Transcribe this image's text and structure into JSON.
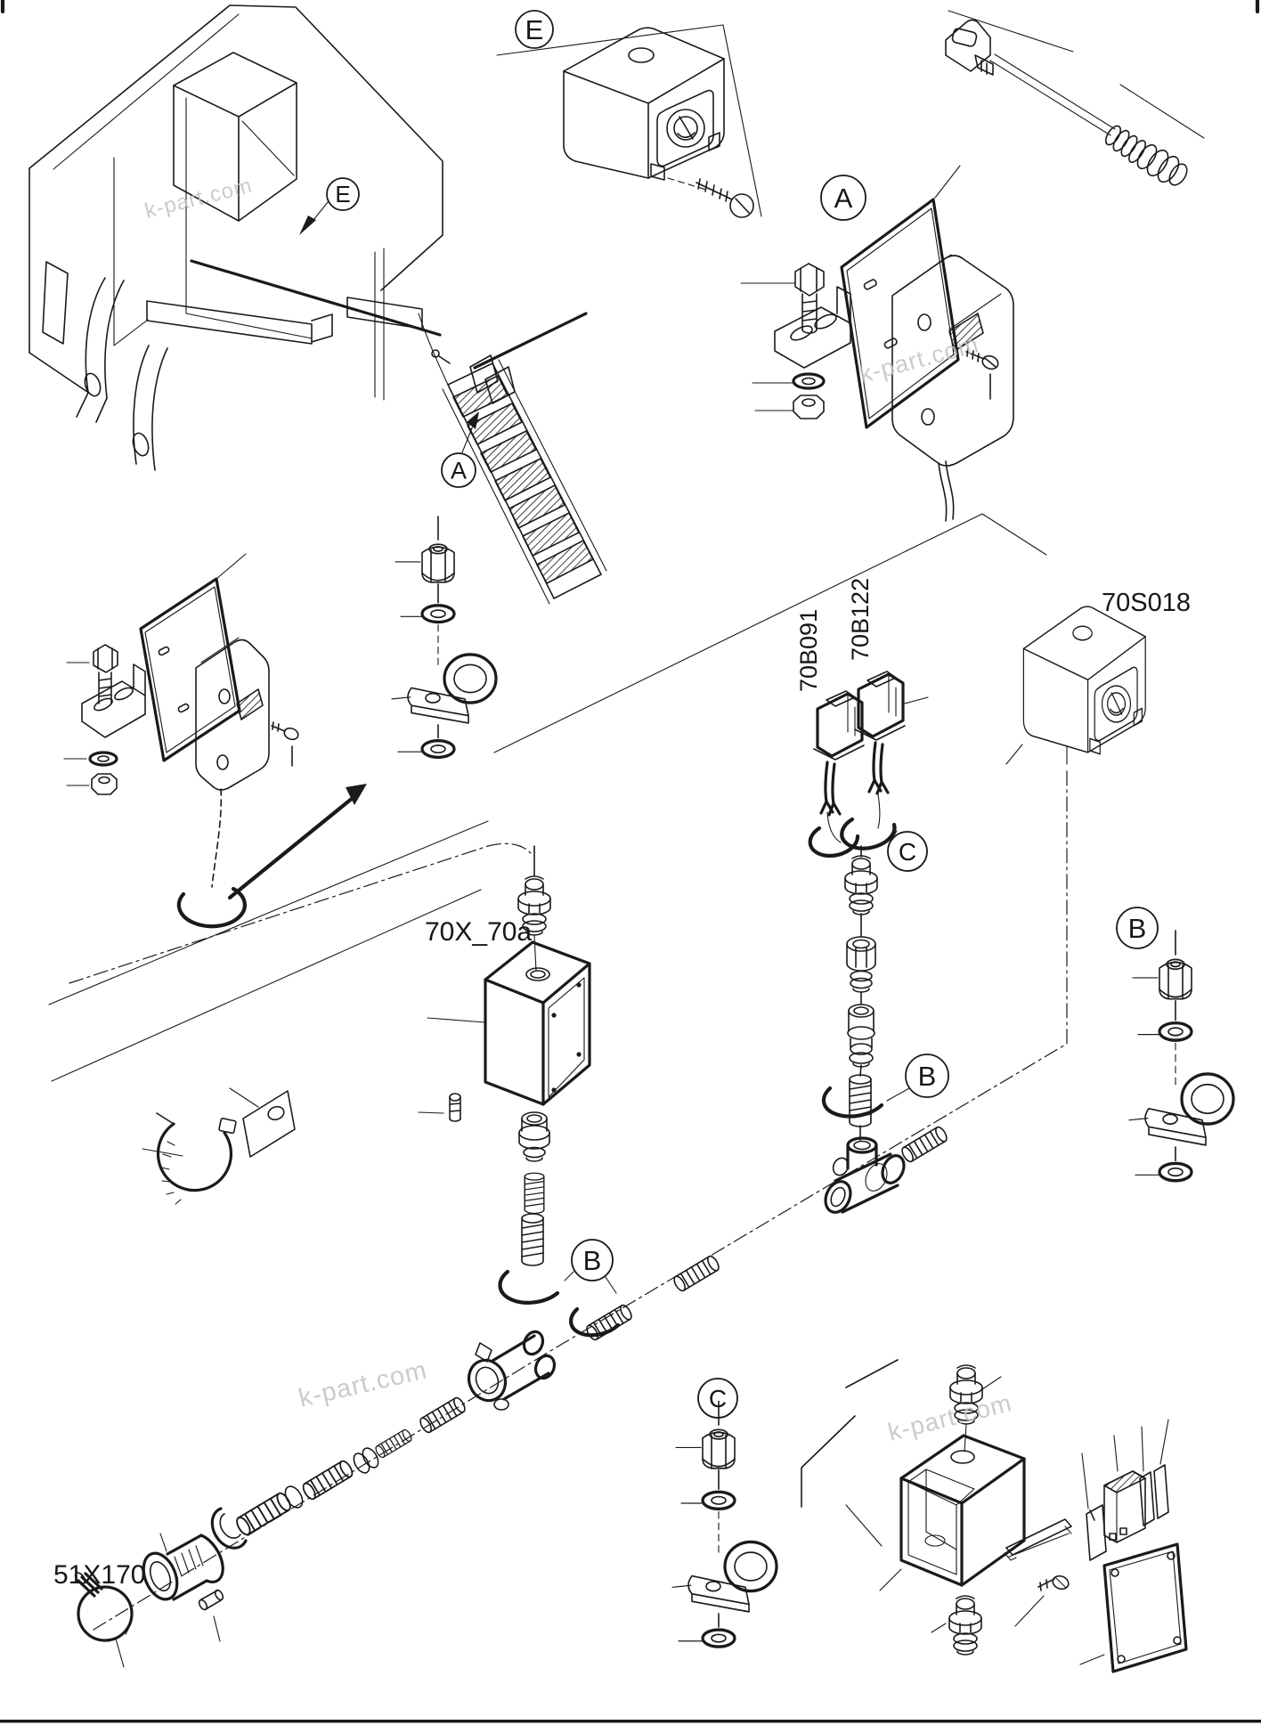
{
  "diagram": {
    "type": "exploded-parts-diagram",
    "background": "#ffffff",
    "line_color": "#1a1a1a",
    "watermark": {
      "text": "k-part.com",
      "color": "#c3c3c3"
    },
    "detail_markers": {
      "e_top": "E",
      "e_machine": "E",
      "a_machine": "A",
      "a_detail": "A",
      "c_wires": "C",
      "b_spring": "B",
      "b_right": "B",
      "b_loop": "B",
      "c_clamp": "C"
    },
    "part_labels": {
      "box_70s018": "70S018",
      "sensor_70b091": "70B091",
      "sensor_70b122": "70B122",
      "junction_70x_70a": "70X_70a",
      "connector_51x170": "51X170"
    }
  }
}
